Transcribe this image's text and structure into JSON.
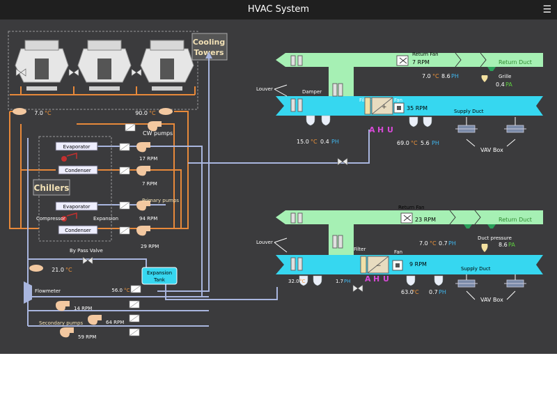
{
  "window": {
    "title": "HVAC System",
    "menu_icon": "hamburger-icon"
  },
  "labels": {
    "cooling_towers_1": "Cooling",
    "cooling_towers_2": "Towers",
    "chillers": "Chillers",
    "evaporator": "Evaporator",
    "condenser": "Condenser",
    "compressor": "Compressor",
    "expansion": "Expansion",
    "cw_pumps": "CW pumps",
    "primary_pumps": "Primary pumps",
    "bypass_valve": "By Pass Valve",
    "expansion_tank_1": "Expansion",
    "expansion_tank_2": "Tank",
    "flowmeter": "Flowmeter",
    "secondary_pumps": "Secondary pumps",
    "return_fan": "Return Fan",
    "return_duct": "Return Duct",
    "louver": "Louver",
    "damper": "Damper",
    "filter": "Filter",
    "fan": "Fan",
    "grille": "Grille",
    "supply_duct": "Supply Duct",
    "vav_box": "VAV Box",
    "duct_pressure": "Duct pressure",
    "ahu_a": "A",
    "ahu_h": "H",
    "ahu_u": "U"
  },
  "plant": {
    "tower_in_temp": "7.0",
    "tower_out_temp": "90.0",
    "chiller1_rpm": "17 RPM",
    "chiller2_rpm": "7 RPM",
    "chiller3_rpm": "94 RPM",
    "chiller4_rpm": "29 RPM",
    "supply_temp": "21.0",
    "tank_temp": "56.0",
    "sec_pump1_rpm": "14 RPM",
    "sec_pump2_rpm": "64 RPM",
    "sec_pump3_rpm": "59 RPM"
  },
  "units": {
    "celsius": "°C",
    "ph": "PH",
    "pa": "PA"
  },
  "ahu1": {
    "return_fan_rpm": "7 RPM",
    "return_temp": "7.0",
    "return_ph": "8.6",
    "supply_fan_rpm": "35 RPM",
    "duct_pa": "0.4",
    "inlet_temp": "15.0",
    "inlet_ph": "0.4",
    "supply_temp": "69.0",
    "supply_ph": "5.6"
  },
  "ahu2": {
    "return_fan_rpm": "23 RPM",
    "return_temp": "7.0",
    "return_ph": "0.7",
    "supply_fan_rpm": "9 RPM",
    "duct_pa": "8.6",
    "inlet_temp": "32.0",
    "inlet_ph": "1.7",
    "supply_temp": "63.0",
    "supply_ph": "0.7"
  },
  "colors": {
    "background": "#3b3b3d",
    "orange_pipe": "#e8893a",
    "blue_pipe": "#a9b6df",
    "return_air": "#a6f0b4",
    "supply_air": "#36d7f0",
    "temp_orange": "#f2953a",
    "ph_blue": "#3fb7f0",
    "pa_green": "#5fd13f",
    "ahu_magenta": "#d84ad8"
  }
}
